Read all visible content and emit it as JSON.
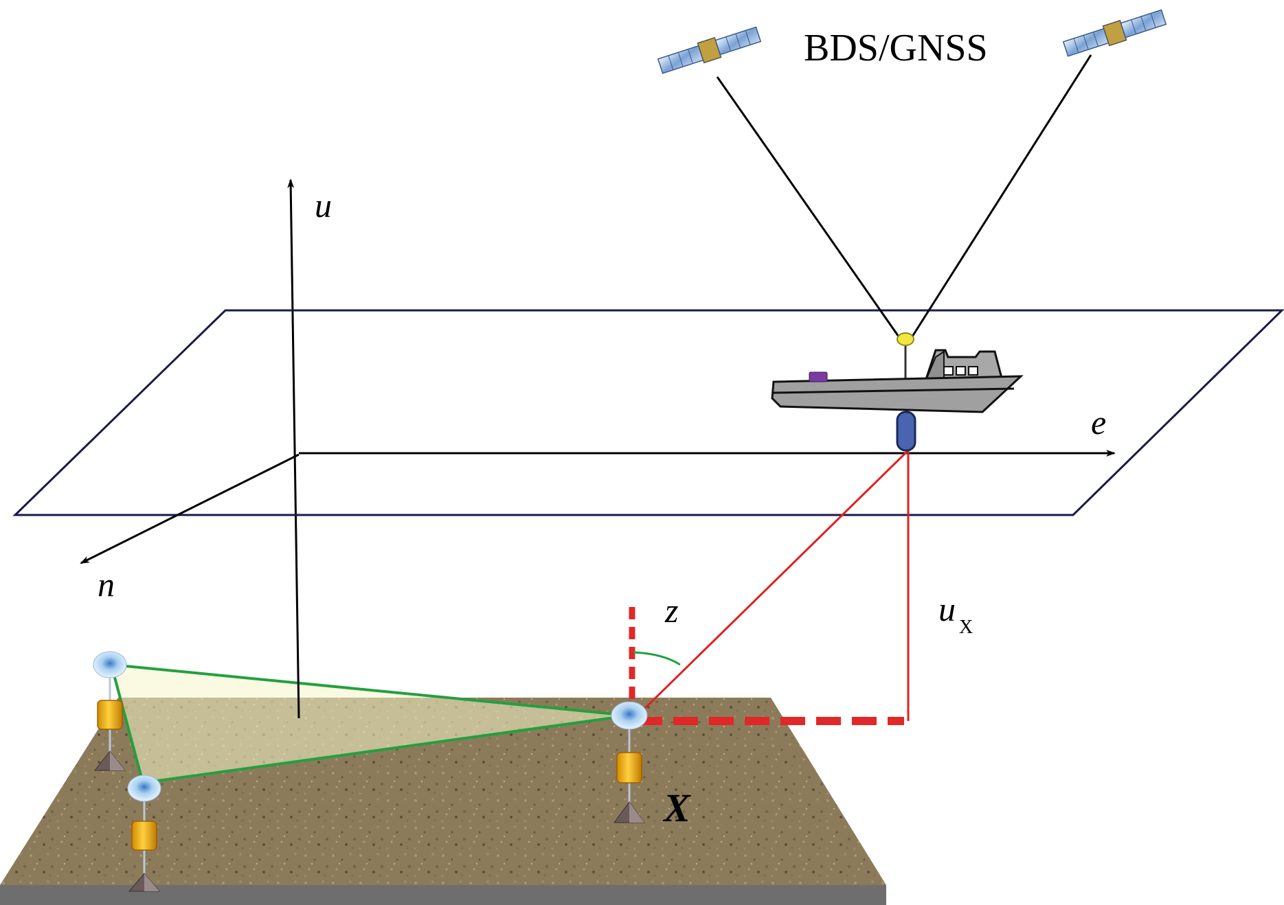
{
  "title": "BDS/GNSS",
  "axes": {
    "up": "u",
    "east": "e",
    "north": "n"
  },
  "labels": {
    "zenith": "z",
    "ux_base": "u",
    "ux_sub": "X",
    "point": "X"
  },
  "colors": {
    "plane_outline": "#1a1a4a",
    "axis": "#000000",
    "signal_line": "#000000",
    "acoustic_ray": "#e02020",
    "dashed_guides": "#e02828",
    "baseline_triangle": "#22a040",
    "seafloor": "#8a7a5a",
    "seafloor_side": "#6e6e6e",
    "ship_hull": "#a8a8a8",
    "transducer": "#4a64b0",
    "antenna": "#f2e640",
    "transponder_float": "#c8e0f4",
    "transponder_body": "#f2b200",
    "anchor": "#6a5a5a"
  },
  "icons": [
    "satellite-icon",
    "ship-icon",
    "transponder-icon"
  ]
}
